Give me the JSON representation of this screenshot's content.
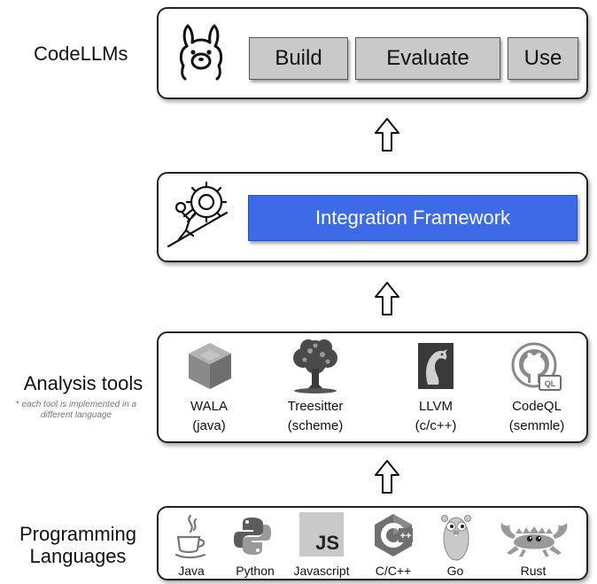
{
  "layers": {
    "codellms": {
      "label": "CodeLLMs",
      "buttons": [
        "Build",
        "Evaluate",
        "Use"
      ],
      "icon": "llama-icon"
    },
    "framework": {
      "label": "Integration Framework",
      "icon": "person-pushing-gear-icon"
    },
    "analysis": {
      "label": "Analysis tools",
      "note_star": "*",
      "note": "each tool is implemented in a different language",
      "tools": [
        {
          "name": "WALA",
          "lang": "(java)",
          "icon": "cube-icon"
        },
        {
          "name": "Treesitter",
          "lang": "(scheme)",
          "icon": "tree-icon"
        },
        {
          "name": "LLVM",
          "lang": "(c/c++)",
          "icon": "dragon-icon"
        },
        {
          "name": "CodeQL",
          "lang": "(semmle)",
          "icon": "github-ql-icon"
        }
      ]
    },
    "languages": {
      "label_line1": "Programming",
      "label_line2": "Languages",
      "items": [
        {
          "name": "Java",
          "icon": "java-cup-icon"
        },
        {
          "name": "Python",
          "icon": "python-icon"
        },
        {
          "name": "Javascript",
          "icon": "js-icon"
        },
        {
          "name": "C/C++",
          "icon": "cpp-icon"
        },
        {
          "name": "Go",
          "icon": "gopher-icon"
        },
        {
          "name": "Rust",
          "icon": "crab-icon"
        }
      ]
    }
  },
  "icons": {
    "js_text": "JS",
    "cpp_text": "++",
    "ql_text": "QL"
  },
  "colors": {
    "framework_bar": "#3d6be8",
    "button_gray": "#c9c9c9",
    "note_star": "#e05a2a"
  }
}
